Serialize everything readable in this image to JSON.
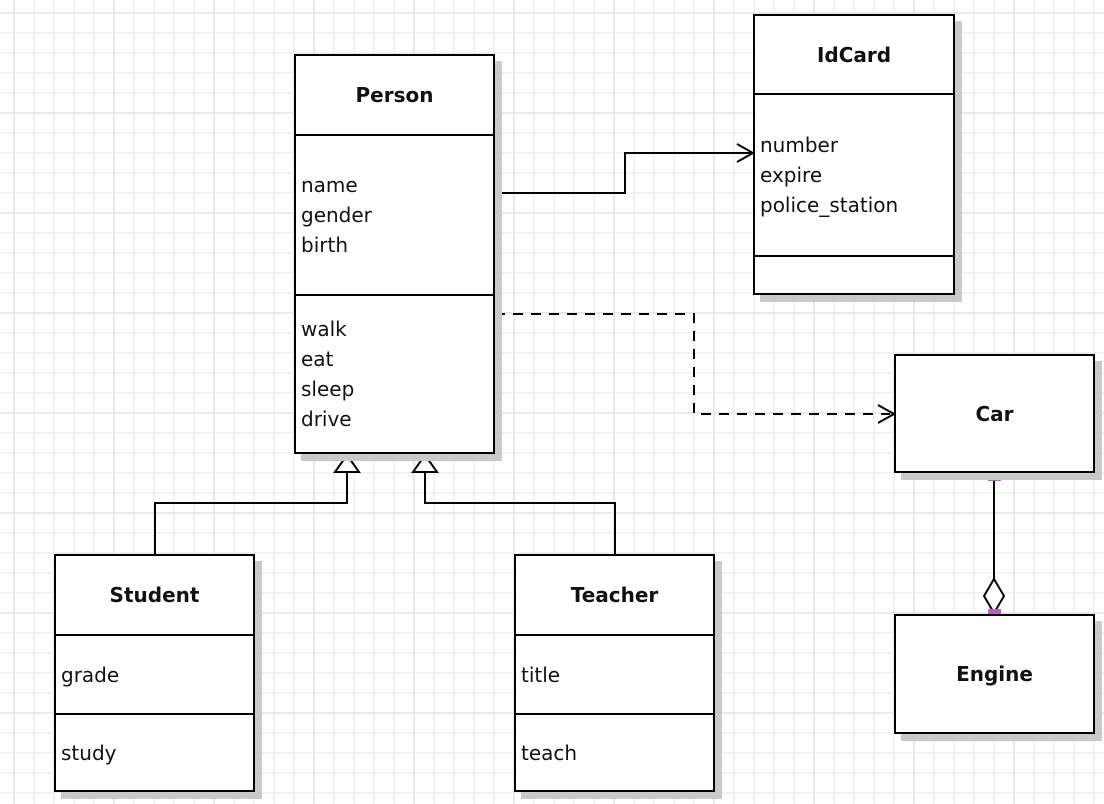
{
  "diagram": {
    "kind": "uml-class-diagram",
    "classes": {
      "person": {
        "name": "Person",
        "attributes": [
          "name",
          "gender",
          "birth"
        ],
        "methods": [
          "walk",
          "eat",
          "sleep",
          "drive"
        ]
      },
      "idcard": {
        "name": "IdCard",
        "attributes": [
          "number",
          "expire",
          "police_station"
        ],
        "methods": []
      },
      "car": {
        "name": "Car",
        "attributes": [],
        "methods": []
      },
      "engine": {
        "name": "Engine",
        "attributes": [],
        "methods": []
      },
      "student": {
        "name": "Student",
        "attributes": [
          "grade"
        ],
        "methods": [
          "study"
        ]
      },
      "teacher": {
        "name": "Teacher",
        "attributes": [
          "title"
        ],
        "methods": [
          "teach"
        ]
      }
    },
    "relationships": [
      {
        "type": "association",
        "from": "Person",
        "to": "IdCard",
        "line": "solid",
        "arrow": "open"
      },
      {
        "type": "dependency",
        "from": "Person",
        "to": "Car",
        "line": "dashed",
        "arrow": "open"
      },
      {
        "type": "generalization",
        "from": "Student",
        "to": "Person",
        "line": "solid",
        "arrow": "hollow-triangle"
      },
      {
        "type": "generalization",
        "from": "Teacher",
        "to": "Person",
        "line": "solid",
        "arrow": "hollow-triangle"
      },
      {
        "type": "aggregation",
        "from": "Car",
        "to": "Engine",
        "line": "solid",
        "arrow": "hollow-diamond"
      }
    ]
  },
  "colors": {
    "stroke": "#000000",
    "box_fill": "#ffffff",
    "shadow": "#c9c9c9",
    "grid_minor": "#f2f2f2",
    "grid_major": "#e9e9e9",
    "endpoint_handle": "#b565b5"
  }
}
